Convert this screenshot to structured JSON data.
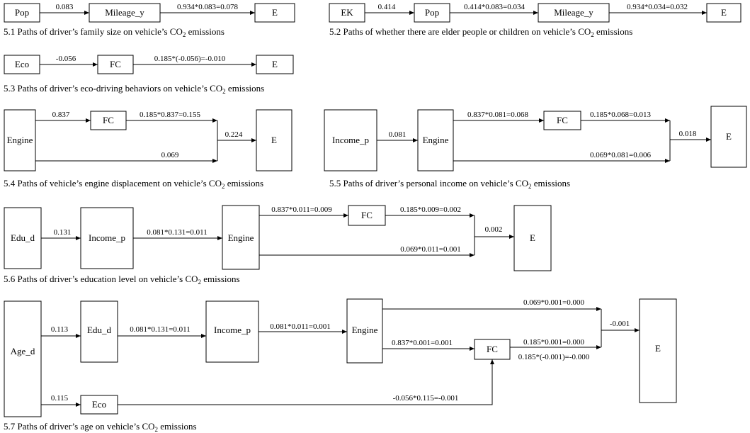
{
  "nodes": {
    "d1_pop": "Pop",
    "d1_mileage": "Mileage_y",
    "d1_e": "E",
    "d2_ek": "EK",
    "d2_pop": "Pop",
    "d2_mileage": "Mileage_y",
    "d2_e": "E",
    "d3_eco": "Eco",
    "d3_fc": "FC",
    "d3_e": "E",
    "d4_engine": "Engine",
    "d4_fc": "FC",
    "d4_e": "E",
    "d5_income": "Income_p",
    "d5_engine": "Engine",
    "d5_fc": "FC",
    "d5_e": "E",
    "d6_edu": "Edu_d",
    "d6_income": "Income_p",
    "d6_engine": "Engine",
    "d6_fc": "FC",
    "d6_e": "E",
    "d7_age": "Age_d",
    "d7_edu": "Edu_d",
    "d7_income": "Income_p",
    "d7_engine": "Engine",
    "d7_fc": "FC",
    "d7_eco": "Eco",
    "d7_e": "E"
  },
  "edges": {
    "d1_a": "0.083",
    "d1_b": "0.934*0.083=0.078",
    "d2_a": "0.414",
    "d2_b": "0.414*0.083=0.034",
    "d2_c": "0.934*0.034=0.032",
    "d3_a": "-0.056",
    "d3_b": "0.185*(-0.056)=-0.010",
    "d4_a": "0.837",
    "d4_b": "0.185*0.837=0.155",
    "d4_c": "0.069",
    "d4_d": "0.224",
    "d5_a": "0.081",
    "d5_b": "0.837*0.081=0.068",
    "d5_c": "0.185*0.068=0.013",
    "d5_d": "0.069*0.081=0.006",
    "d5_e": "0.018",
    "d6_a": "0.131",
    "d6_b": "0.081*0.131=0.011",
    "d6_c": "0.837*0.011=0.009",
    "d6_d": "0.185*0.009=0.002",
    "d6_e": "0.069*0.011=0.001",
    "d6_f": "0.002",
    "d7_a": "0.113",
    "d7_b": "0.081*0.131=0.011",
    "d7_c": "0.081*0.011=0.001",
    "d7_d": "0.069*0.001=0.000",
    "d7_e": "0.837*0.001=0.001",
    "d7_f": "0.185*0.001=0.000",
    "d7_g": "0.185*(-0.001)=-0.000",
    "d7_h": "-0.001",
    "d7_i": "0.115",
    "d7_j": "-0.056*0.115=-0.001"
  },
  "captions": {
    "c1": {
      "pre": "5.1 Paths of driver’s family size on vehicle’s CO",
      "sub": "2",
      "post": " emissions"
    },
    "c2": {
      "pre": "5.2 Paths of whether there are elder people or children on vehicle’s CO",
      "sub": "2",
      "post": " emissions"
    },
    "c3": {
      "pre": "5.3 Paths of driver’s eco-driving behaviors on vehicle’s CO",
      "sub": "2",
      "post": " emissions"
    },
    "c4": {
      "pre": "5.4 Paths of vehicle’s engine displacement on vehicle’s CO",
      "sub": "2",
      "post": " emissions"
    },
    "c5": {
      "pre": "5.5 Paths of driver’s personal income on vehicle’s CO",
      "sub": "2",
      "post": " emissions"
    },
    "c6": {
      "pre": "5.6 Paths of driver’s education level on vehicle’s CO",
      "sub": "2",
      "post": " emissions"
    },
    "c7": {
      "pre": "5.7 Paths of driver’s age on vehicle’s CO",
      "sub": "2",
      "post": " emissions"
    }
  }
}
